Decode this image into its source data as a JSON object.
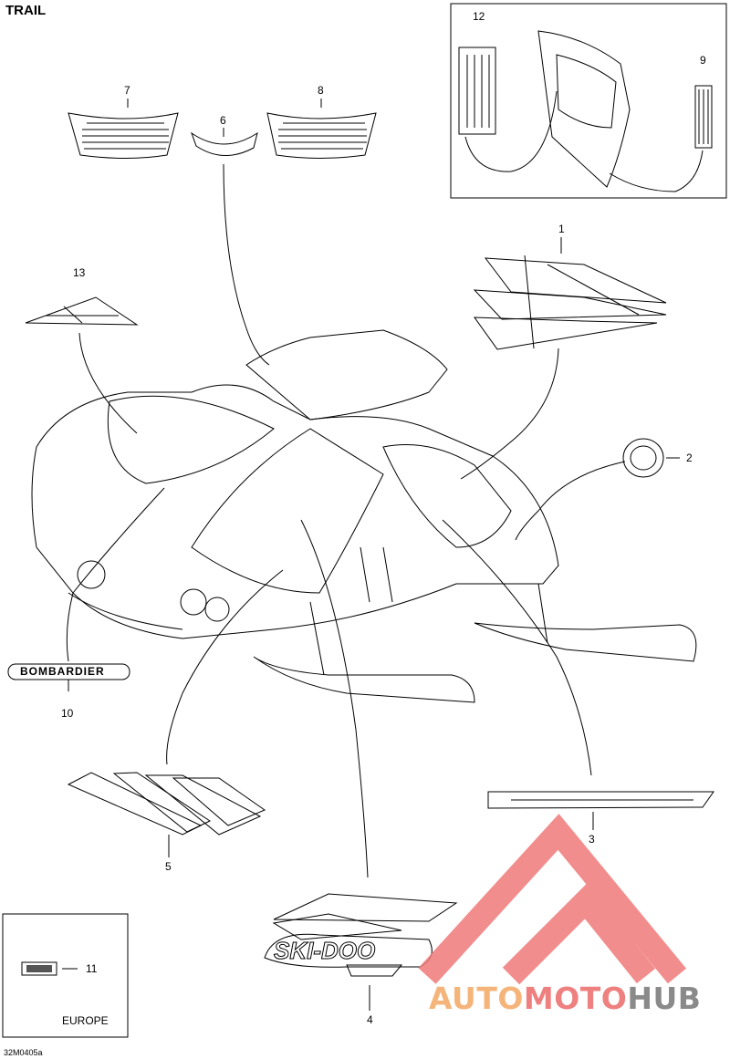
{
  "title": "TRAIL",
  "callouts": [
    "1",
    "2",
    "3",
    "4",
    "5",
    "6",
    "7",
    "8",
    "9",
    "10",
    "11",
    "12",
    "13"
  ],
  "decals": {
    "bombardier": "BOMBARDIER",
    "skidoo": "SKI-DOO",
    "region_note": "EUROPE"
  },
  "drawing_code": "32M0405a",
  "watermark": {
    "part1": "AUTO",
    "part2": "MOTO",
    "part3": "HUB",
    "colors": {
      "auto": "#f5b57a",
      "moto": "#ef8080",
      "hub": "#8a8a8a",
      "logo": "#f07a7a"
    }
  }
}
